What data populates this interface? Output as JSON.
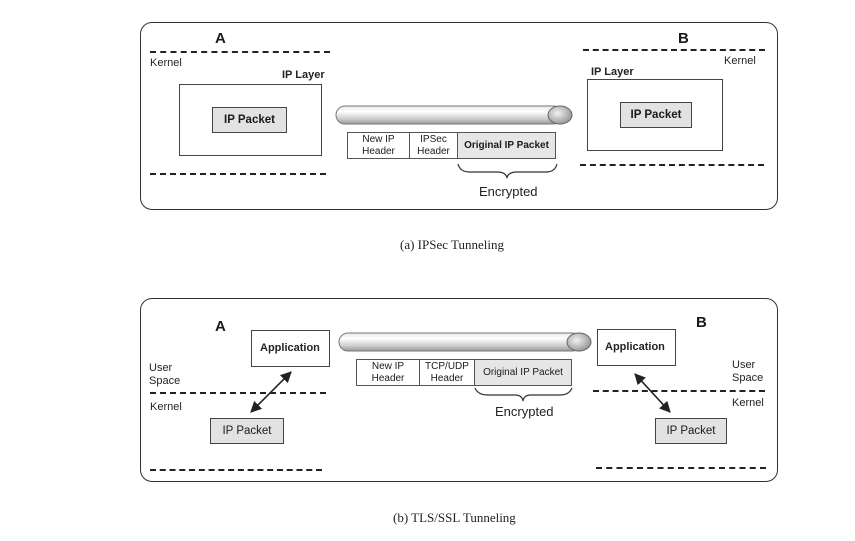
{
  "panel_a": {
    "node_a": "A",
    "node_b": "B",
    "kernel_left": "Kernel",
    "kernel_right": "Kernel",
    "ip_layer_left": "IP Layer",
    "ip_layer_right": "IP Layer",
    "ip_packet_left": "IP Packet",
    "ip_packet_right": "IP Packet",
    "header_new_ip": "New IP Header",
    "header_ipsec": "IPSec Header",
    "header_original": "Original IP Packet",
    "encrypted": "Encrypted",
    "caption": "(a)  IPSec Tunneling"
  },
  "panel_b": {
    "node_a": "A",
    "node_b": "B",
    "app_left": "Application",
    "app_right": "Application",
    "user_space_left": "User Space",
    "user_space_right": "User Space",
    "kernel_left": "Kernel",
    "kernel_right": "Kernel",
    "ip_packet_left": "IP Packet",
    "ip_packet_right": "IP Packet",
    "header_new_ip": "New IP Header",
    "header_tcpudp": "TCP/UDP Header",
    "header_original": "Original IP Packet",
    "encrypted": "Encrypted",
    "caption": "(b)  TLS/SSL Tunneling"
  }
}
